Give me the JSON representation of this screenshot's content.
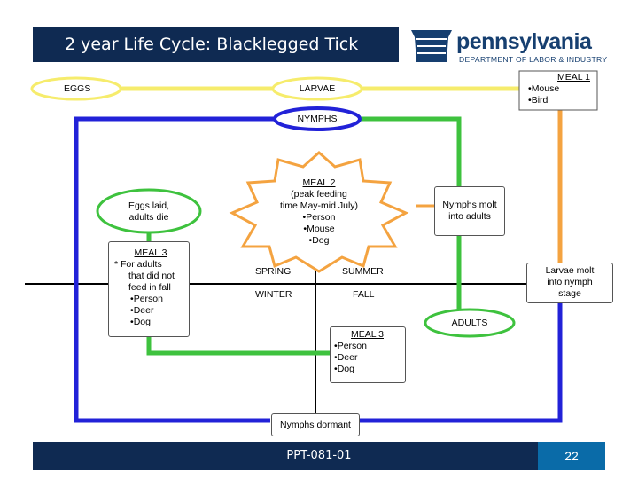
{
  "slide": {
    "title": "2 year Life Cycle: Blacklegged Tick",
    "footer_code": "PPT-081-01",
    "page_number": "22"
  },
  "logo": {
    "wordmark": "pennsylvania",
    "subtitle": "DEPARTMENT OF LABOR & INDUSTRY"
  },
  "colors": {
    "title_bar": "#0f2a52",
    "yellow": "#f6ec6c",
    "orange": "#f4a340",
    "blue": "#2222d8",
    "green": "#3ec23e",
    "black": "#000000",
    "page_number_bg": "#0a6ba8"
  },
  "stages": {
    "eggs": "EGGS",
    "larvae": "LARVAE",
    "nymphs": "NYMPHS",
    "adults": "ADULTS"
  },
  "meal1": {
    "title": "MEAL 1",
    "hosts": [
      "Mouse",
      "Bird"
    ]
  },
  "meal2": {
    "title": "MEAL 2",
    "lines": [
      "(peak feeding",
      "time May-mid July)"
    ],
    "hosts": [
      "Person",
      "Mouse",
      "Dog"
    ]
  },
  "meal3_left": {
    "title": "MEAL 3",
    "lines": [
      "* For adults",
      "that did not",
      "feed in fall"
    ],
    "hosts": [
      "Person",
      "Deer",
      "Dog"
    ]
  },
  "meal3_bottom": {
    "title": "MEAL 3",
    "hosts": [
      "Person",
      "Deer",
      "Dog"
    ]
  },
  "notes": {
    "eggs_laid": [
      "Eggs laid,",
      "adults die"
    ],
    "nymphs_molt": [
      "Nymphs molt",
      "into adults"
    ],
    "larvae_molt": [
      "Larvae molt",
      "into nymph",
      "stage"
    ],
    "nymphs_dormant": "Nymphs dormant"
  },
  "seasons": {
    "spring": "SPRING",
    "summer": "SUMMER",
    "winter": "WINTER",
    "fall": "FALL"
  }
}
